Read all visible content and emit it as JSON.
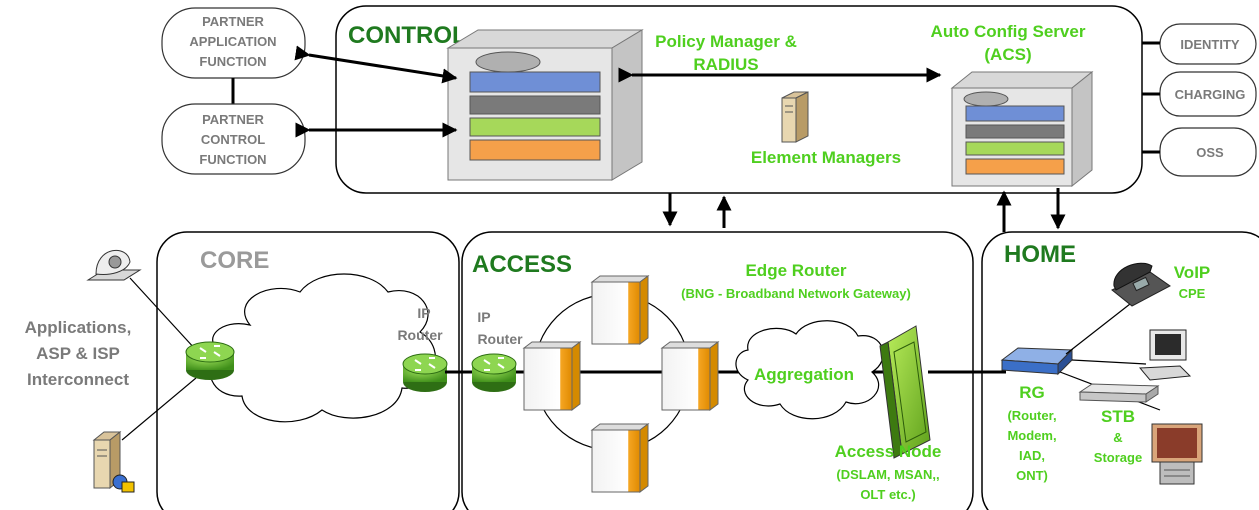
{
  "colors": {
    "section_title": "#1f7a1f",
    "core_title": "#9a9a9a",
    "green_label": "#4fcf1f",
    "gray_label": "#7a7a7a",
    "outline": "#000000"
  },
  "sections": {
    "control": "CONTROL",
    "core": "CORE",
    "access": "ACCESS",
    "home": "HOME"
  },
  "partner": {
    "app": [
      "PARTNER",
      "APPLICATION",
      "FUNCTION"
    ],
    "control": [
      "PARTNER",
      "CONTROL",
      "FUNCTION"
    ]
  },
  "side_boxes": [
    "IDENTITY",
    "CHARGING",
    "OSS"
  ],
  "control_labels": {
    "policy": [
      "Policy Manager &",
      "RADIUS"
    ],
    "acs": [
      "Auto Config Server",
      "(ACS)"
    ],
    "element_managers": "Element Managers"
  },
  "core": {
    "applications": [
      "Applications,",
      "ASP & ISP",
      "Interconnect"
    ],
    "ip_router": [
      "IP",
      "Router"
    ]
  },
  "access": {
    "ip_router": [
      "IP",
      "Router"
    ],
    "edge_router": "Edge Router",
    "bng": "(BNG - Broadband Network Gateway)",
    "aggregation": "Aggregation",
    "access_node": "Access Node",
    "access_node_sub": [
      "(DSLAM, MSAN,,",
      "OLT etc.)"
    ]
  },
  "home": {
    "voip": [
      "VoIP",
      "CPE"
    ],
    "rg": "RG",
    "rg_sub": [
      "(Router,",
      "Modem,",
      "IAD,",
      "ONT)"
    ],
    "stb": "STB",
    "stb_sub": [
      "&",
      "Storage"
    ]
  },
  "icons": [
    "satellite-dish-icon",
    "server-stack-icon",
    "desktop-server-icon",
    "application-server-icon",
    "router-icon",
    "edge-router-icon",
    "cloud-icon",
    "access-node-icon",
    "residential-gateway-icon",
    "telephone-icon",
    "computer-icon",
    "set-top-box-icon",
    "television-icon"
  ]
}
